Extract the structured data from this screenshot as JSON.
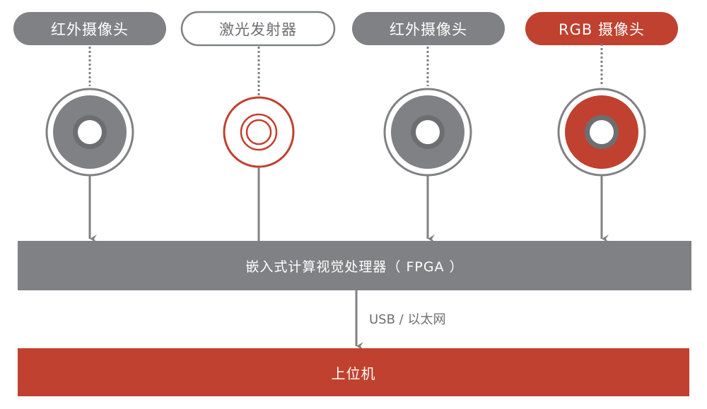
{
  "colors": {
    "gray": "#808184",
    "red": "#c0412f",
    "dark_gray": "#6d6e71",
    "white": "#ffffff"
  },
  "sensors": [
    {
      "label": "红外摄像头",
      "style": "gray-filled",
      "icon": "camera-lens-icon"
    },
    {
      "label": "激光发射器",
      "style": "outline",
      "icon": "laser-emitter-icon"
    },
    {
      "label": "红外摄像头",
      "style": "gray-filled",
      "icon": "camera-lens-icon"
    },
    {
      "label": "RGB 摄像头",
      "style": "red-filled",
      "icon": "camera-lens-icon"
    }
  ],
  "processor": {
    "label": "嵌入式计算视觉处理器（ FPGA ）"
  },
  "link": {
    "label": "USB / 以太网"
  },
  "host": {
    "label": "上位机"
  }
}
